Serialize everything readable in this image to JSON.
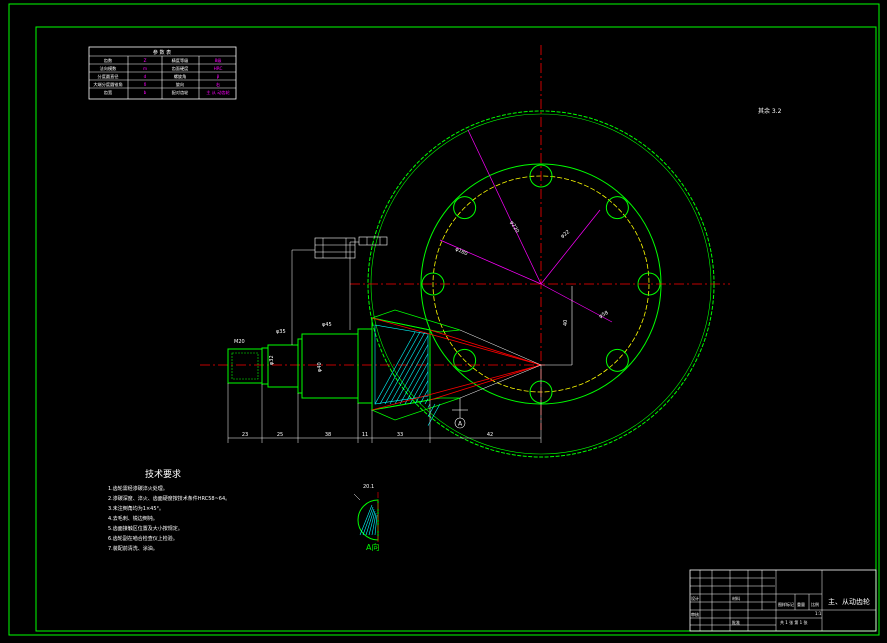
{
  "colors": {
    "background": "#000000",
    "border": "#00ff00",
    "geometry": "#00ff00",
    "dimension": "#ffffff",
    "center_line": "#ff0000",
    "leader": "#ff00ff",
    "pitch_circle": "#ffff00",
    "hatch": "#00ffff",
    "title_text": "#ffffff"
  },
  "params_table": {
    "header": "参 数 表",
    "rows": [
      [
        "齿数",
        "Z",
        "精度等级",
        "8级"
      ],
      [
        "法向模数",
        "m",
        "齿面硬度",
        "HRC"
      ],
      [
        "分度圆直径",
        "d",
        "螺旋角",
        "β"
      ],
      [
        "大端分度圆锥角",
        "δ",
        "旋向",
        "右"
      ],
      [
        "齿宽",
        "b",
        "配对齿轮",
        "主 从 动齿轮"
      ]
    ]
  },
  "roughness_note": "其余 3.2",
  "tech_requirements": {
    "title": "技术要求",
    "items": [
      "1.齿轮需经渗碳淬火处理。",
      "2.渗碳深度、淬火、齿面硬度按技术条件HRC58~64。",
      "3.未注倒角均为1×45°。",
      "4.去毛刺、锐边倒钝。",
      "5.齿面接触区位置及大小按规定。",
      "6.齿轮副在啮合检查仪上检验。",
      "7.装配前清洗、涂油。"
    ]
  },
  "view_label": "A向",
  "section_marker": "A",
  "dimensions": [
    "23",
    "25",
    "38",
    "11",
    "33",
    "42",
    "40"
  ],
  "diameter_labels": [
    "M20",
    "φ32",
    "φ35",
    "φ40",
    "φ58",
    "φ180",
    "φ220",
    "φ22"
  ],
  "title_block": {
    "title": "主、从动齿轮",
    "scale_label": "比例",
    "material_label": "材料",
    "sheet": "共 1 张  第 1 张",
    "draw_label": "设计",
    "check_label": "审核",
    "approve_label": "批准",
    "drawing_no_label": "图样标记",
    "weight_label": "重量",
    "scale_value": "1:1"
  }
}
